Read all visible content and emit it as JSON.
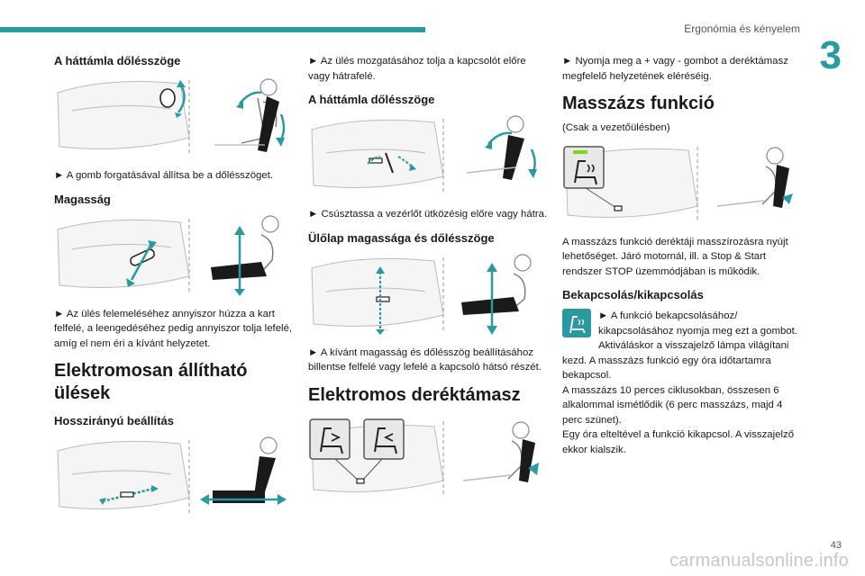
{
  "header": {
    "chapter_title": "Ergonómia és kényelem",
    "chapter_number": "3",
    "accent_color": "#2a9aa0"
  },
  "col1": {
    "h_hattamla": "A háttámla dőlésszöge",
    "p_hattamla": "► A gomb forgatásával állítsa be a dőlésszöget.",
    "h_magassag": "Magasság",
    "p_magassag": "► Az ülés felemeléséhez annyiszor húzza a kart felfelé, a leengedéséhez pedig annyiszor tolja lefelé, amíg el nem éri a kívánt helyzetet.",
    "h_elektromos": "Elektromosan állítható ülések",
    "h_hosszirany": "Hosszirányú beállítás"
  },
  "col2": {
    "p_mozgatas": "► Az ülés mozgatásához tolja a kapcsolót előre vagy hátrafelé.",
    "h_hattamla": "A háttámla dőlésszöge",
    "p_csusztassa": "► Csúsztassa a vezérlőt ütközésig előre vagy hátra.",
    "h_ulolap": "Ülőlap magassága és dőlésszöge",
    "p_ulolap": "► A kívánt magasság és dőlésszög beállításához billentse felfelé vagy lefelé a kapcsoló hátsó részét.",
    "h_derektamasz": "Elektromos deréktámasz"
  },
  "col3": {
    "p_nyomja": "► Nyomja meg a + vagy - gombot a deréktámasz megfelelő helyzetének eléréséig.",
    "h_masszazs": "Masszázs funkció",
    "p_csak": "(Csak a vezetőülésben)",
    "p_masszazs_desc": "A masszázs funkció deréktáji masszírozásra nyújt lehetőséget. Járó motornál, ill. a Stop & Start rendszer STOP üzemmódjában is működik.",
    "h_bekapcs": "Bekapcsolás/kikapcsolás",
    "p_bekapcs": "► A funkció bekapcsolásához/ kikapcsolásához nyomja meg ezt a gombot.",
    "p_aktivalaskor": "Aktiváláskor a visszajelző lámpa világítani kezd. A masszázs funkció egy óra időtartamra bekapcsol.",
    "p_ciklus": "A masszázs 10 perces ciklusokban, összesen 6 alkalommal ismétlődik (6 perc masszázs, majd 4 perc szünet).",
    "p_egy_ora": "Egy óra elteltével a funkció kikapcsol. A visszajelző ekkor kialszik."
  },
  "footer": {
    "page_number": "43",
    "watermark": "carmanualsonline.info"
  }
}
